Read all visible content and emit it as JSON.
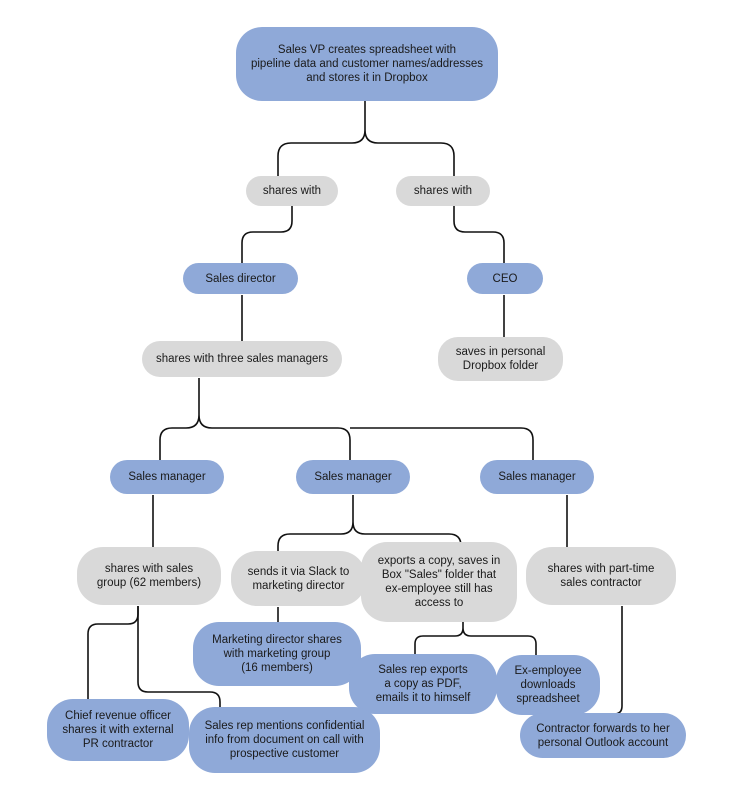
{
  "nodes": {
    "root": "Sales VP creates spreadsheet with\npipeline data and customer names/addresses\nand stores it in Dropbox",
    "shares_left": "shares with",
    "shares_right": "shares with",
    "sales_director": "Sales director",
    "ceo": "CEO",
    "ceo_saves": "saves in personal\nDropbox folder",
    "three_managers": "shares with three sales managers",
    "manager1": "Sales manager",
    "manager2": "Sales manager",
    "manager3": "Sales manager",
    "sales_group": "shares with sales\ngroup (62 members)",
    "slack": "sends it via Slack to\nmarketing director",
    "box_export": "exports a copy, saves in\nBox \"Sales\" folder that\nex-employee still has\naccess to",
    "contractor_share": "shares with part-time\nsales contractor",
    "marketing_group": "Marketing director shares\nwith marketing group\n(16 members)",
    "rep_pdf": "Sales rep exports\na copy as PDF,\nemails it to himself",
    "ex_employee": "Ex-employee\ndownloads\nspreadsheet",
    "cro": "Chief revenue officer\nshares it with external\nPR contractor",
    "rep_call": "Sales rep mentions confidential\ninfo from document on call with\nprospective customer",
    "contractor_outlook": "Contractor forwards to her\npersonal Outlook account"
  },
  "colors": {
    "actor": "#8fa9d8",
    "action": "#d9d9d9",
    "line": "#111111"
  }
}
